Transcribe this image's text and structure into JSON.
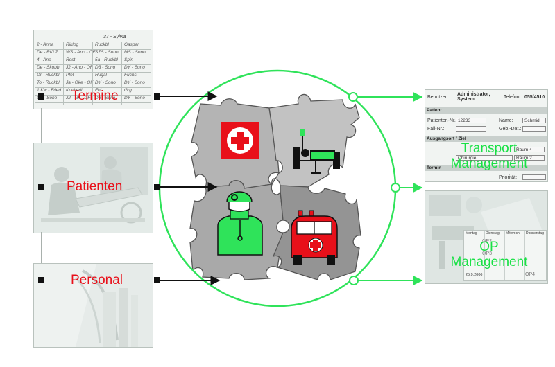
{
  "inputs": {
    "termine": "Termine",
    "patienten": "Patienten",
    "personal": "Personal"
  },
  "outputs": {
    "transport_line1": "Transport",
    "transport_line2": "Management",
    "op_line1": "OP",
    "op_line2": "Management"
  },
  "schedule_sheet": {
    "header": "37 - Sylvia",
    "rows": [
      [
        "2 - Anna",
        "Riklog",
        "Ruckbl",
        "Gaspar"
      ],
      [
        "De - RKLZ",
        "WS - Ano - OF",
        "SZS - Sono",
        "MS - Sono"
      ],
      [
        "4 - Ano",
        "Rost",
        "5a - Ruckbl",
        "Spin"
      ],
      [
        "De - Skobb",
        "J2 - Ano - OF",
        "D3 - Sono",
        "DY - Sono"
      ],
      [
        "Dr - Ruckbl",
        "Pfef",
        "Hugal",
        "Fuchs"
      ],
      [
        "To - Ruckbl",
        "Ja - Oke - OF",
        "DY - Sono",
        "DY - Sono"
      ],
      [
        "1 Kw - Fried",
        "Kucherll",
        "Fol.",
        "Grg"
      ],
      [
        "Do - Sono",
        "J2 - Nk - OF",
        "Do - Sono",
        "DY - Sono"
      ]
    ]
  },
  "transport_form": {
    "user_label": "Benutzer:",
    "user_value": "Administrator, System",
    "phone_label": "Telefon:",
    "phone_value": "055/4510",
    "section_patient": "Patient",
    "patient_nr_label": "Patienten-Nr.:",
    "patient_nr_value": "12233",
    "name_label": "Name:",
    "name_value": "Schmid",
    "fall_nr_label": "Fall-Nr.:",
    "geb_label": "Geb.-Dat.:",
    "section_route": "Ausgangsort / Ziel",
    "room_a": "Raum 4",
    "dept_value": "Chirurgie",
    "room_b": "Raum 2",
    "section_termin": "Termin",
    "prio_label": "Priorität:"
  },
  "op_board": {
    "col_headers": [
      "Montag",
      "Dienstag",
      "Mittwoch",
      "Donnerstag"
    ],
    "rooms": [
      "OP2",
      "OP3",
      "OP4"
    ],
    "date": "25.9.2006"
  },
  "colors": {
    "label_red": "#e8101a",
    "label_green": "#19e045",
    "ring_green": "#2fe35a",
    "puzzle_gray": "#b3b3b3",
    "puzzle_dark": "#8f8f8f",
    "panel_bg": "#e6ece9"
  },
  "icons": [
    "red-cross-icon",
    "hospital-bed-icon",
    "surgeon-icon",
    "ambulance-icon"
  ]
}
